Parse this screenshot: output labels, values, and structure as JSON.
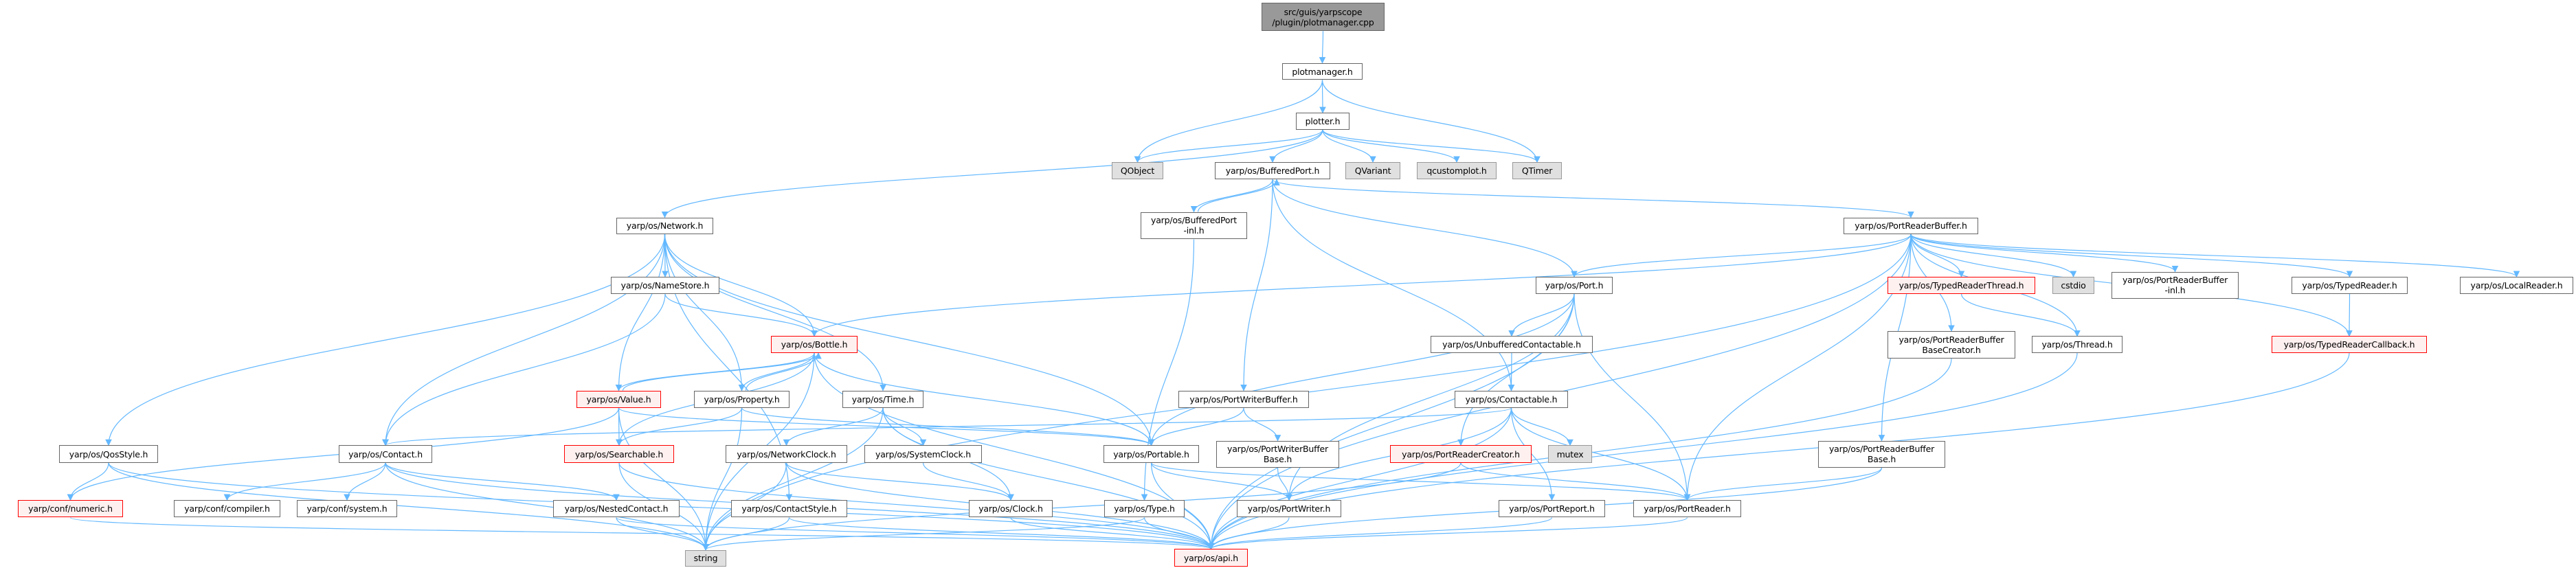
{
  "title": "src/guis/yarpscope/plugin/plotmanager.cpp include dependency graph",
  "colors": {
    "edge": "#63b8ff",
    "red_border": "#ff0000",
    "red_fill": "#fff0f0",
    "gray_fill": "#e0e0e0",
    "root_fill": "#999999"
  },
  "nodes": {
    "root": {
      "label": "src/guis/yarpscope\n/plugin/plotmanager.cpp",
      "style": "root"
    },
    "plotmanager": {
      "label": "plotmanager.h",
      "style": "normal"
    },
    "plotter": {
      "label": "plotter.h",
      "style": "normal"
    },
    "QObject": {
      "label": "QObject",
      "style": "gray"
    },
    "BufferedPort": {
      "label": "yarp/os/BufferedPort.h",
      "style": "normal"
    },
    "QVariant": {
      "label": "QVariant",
      "style": "gray"
    },
    "qcustomplot": {
      "label": "qcustomplot.h",
      "style": "gray"
    },
    "QTimer": {
      "label": "QTimer",
      "style": "gray"
    },
    "BufferedPortInl": {
      "label": "yarp/os/BufferedPort\n-inl.h",
      "style": "normal"
    },
    "Network": {
      "label": "yarp/os/Network.h",
      "style": "normal"
    },
    "PortReaderBuffer": {
      "label": "yarp/os/PortReaderBuffer.h",
      "style": "normal"
    },
    "NameStore": {
      "label": "yarp/os/NameStore.h",
      "style": "normal"
    },
    "Port": {
      "label": "yarp/os/Port.h",
      "style": "normal"
    },
    "TypedReaderThread": {
      "label": "yarp/os/TypedReaderThread.h",
      "style": "red"
    },
    "cstdio": {
      "label": "cstdio",
      "style": "gray"
    },
    "PortReaderBufferInl": {
      "label": "yarp/os/PortReaderBuffer\n-inl.h",
      "style": "normal"
    },
    "TypedReader": {
      "label": "yarp/os/TypedReader.h",
      "style": "normal"
    },
    "LocalReader": {
      "label": "yarp/os/LocalReader.h",
      "style": "normal"
    },
    "Bottle": {
      "label": "yarp/os/Bottle.h",
      "style": "red"
    },
    "UnbufferedContactable": {
      "label": "yarp/os/UnbufferedContactable.h",
      "style": "normal"
    },
    "PortReaderBufferBaseCreator": {
      "label": "yarp/os/PortReaderBuffer\nBaseCreator.h",
      "style": "normal"
    },
    "Thread": {
      "label": "yarp/os/Thread.h",
      "style": "normal"
    },
    "TypedReaderCallback": {
      "label": "yarp/os/TypedReaderCallback.h",
      "style": "red"
    },
    "Value": {
      "label": "yarp/os/Value.h",
      "style": "red"
    },
    "Property": {
      "label": "yarp/os/Property.h",
      "style": "normal"
    },
    "Time": {
      "label": "yarp/os/Time.h",
      "style": "normal"
    },
    "PortWriterBuffer": {
      "label": "yarp/os/PortWriterBuffer.h",
      "style": "normal"
    },
    "Contactable": {
      "label": "yarp/os/Contactable.h",
      "style": "normal"
    },
    "QosStyle": {
      "label": "yarp/os/QosStyle.h",
      "style": "normal"
    },
    "Contact": {
      "label": "yarp/os/Contact.h",
      "style": "normal"
    },
    "Searchable": {
      "label": "yarp/os/Searchable.h",
      "style": "red"
    },
    "NetworkClock": {
      "label": "yarp/os/NetworkClock.h",
      "style": "normal"
    },
    "SystemClock": {
      "label": "yarp/os/SystemClock.h",
      "style": "normal"
    },
    "Portable": {
      "label": "yarp/os/Portable.h",
      "style": "normal"
    },
    "PortWriterBufferBase": {
      "label": "yarp/os/PortWriterBuffer\nBase.h",
      "style": "normal"
    },
    "PortReaderCreator": {
      "label": "yarp/os/PortReaderCreator.h",
      "style": "red"
    },
    "mutex": {
      "label": "mutex",
      "style": "gray"
    },
    "PortReaderBufferBase": {
      "label": "yarp/os/PortReaderBuffer\nBase.h",
      "style": "normal"
    },
    "numeric": {
      "label": "yarp/conf/numeric.h",
      "style": "red"
    },
    "compiler": {
      "label": "yarp/conf/compiler.h",
      "style": "normal"
    },
    "system": {
      "label": "yarp/conf/system.h",
      "style": "normal"
    },
    "NestedContact": {
      "label": "yarp/os/NestedContact.h",
      "style": "normal"
    },
    "ContactStyle": {
      "label": "yarp/os/ContactStyle.h",
      "style": "normal"
    },
    "Clock": {
      "label": "yarp/os/Clock.h",
      "style": "normal"
    },
    "Type": {
      "label": "yarp/os/Type.h",
      "style": "normal"
    },
    "PortWriter": {
      "label": "yarp/os/PortWriter.h",
      "style": "normal"
    },
    "PortReport": {
      "label": "yarp/os/PortReport.h",
      "style": "normal"
    },
    "PortReader": {
      "label": "yarp/os/PortReader.h",
      "style": "normal"
    },
    "string": {
      "label": "string",
      "style": "gray"
    },
    "api": {
      "label": "yarp/os/api.h",
      "style": "red"
    }
  },
  "edges": [
    [
      "root",
      "plotmanager"
    ],
    [
      "plotmanager",
      "QObject"
    ],
    [
      "plotmanager",
      "plotter"
    ],
    [
      "plotmanager",
      "QTimer"
    ],
    [
      "plotter",
      "QObject"
    ],
    [
      "plotter",
      "BufferedPort"
    ],
    [
      "plotter",
      "QVariant"
    ],
    [
      "plotter",
      "qcustomplot"
    ],
    [
      "plotter",
      "QTimer"
    ],
    [
      "plotter",
      "Network"
    ],
    [
      "BufferedPort",
      "BufferedPortInl"
    ],
    [
      "BufferedPort",
      "PortWriterBuffer"
    ],
    [
      "BufferedPort",
      "Contactable"
    ],
    [
      "BufferedPort",
      "Port"
    ],
    [
      "BufferedPort",
      "PortReaderBuffer"
    ],
    [
      "BufferedPortInl",
      "BufferedPort"
    ],
    [
      "BufferedPortInl",
      "Type"
    ],
    [
      "Network",
      "NameStore"
    ],
    [
      "Network",
      "QosStyle"
    ],
    [
      "Network",
      "Contact"
    ],
    [
      "Network",
      "Value"
    ],
    [
      "Network",
      "Property"
    ],
    [
      "Network",
      "Time"
    ],
    [
      "Network",
      "Portable"
    ],
    [
      "Network",
      "ContactStyle"
    ],
    [
      "Network",
      "Bottle"
    ],
    [
      "NameStore",
      "Contact"
    ],
    [
      "NameStore",
      "Bottle"
    ],
    [
      "Bottle",
      "Value"
    ],
    [
      "Bottle",
      "Property"
    ],
    [
      "Bottle",
      "Searchable"
    ],
    [
      "Bottle",
      "Portable"
    ],
    [
      "Bottle",
      "string"
    ],
    [
      "Bottle",
      "api"
    ],
    [
      "Value",
      "Bottle"
    ],
    [
      "Value",
      "Searchable"
    ],
    [
      "Value",
      "numeric"
    ],
    [
      "Value",
      "string"
    ],
    [
      "Value",
      "Portable"
    ],
    [
      "Property",
      "Bottle"
    ],
    [
      "Property",
      "Searchable"
    ],
    [
      "Property",
      "string"
    ],
    [
      "Property",
      "Portable"
    ],
    [
      "Time",
      "SystemClock"
    ],
    [
      "Time",
      "NetworkClock"
    ],
    [
      "Time",
      "Clock"
    ],
    [
      "Time",
      "api"
    ],
    [
      "Time",
      "string"
    ],
    [
      "QosStyle",
      "numeric"
    ],
    [
      "QosStyle",
      "string"
    ],
    [
      "QosStyle",
      "api"
    ],
    [
      "Contact",
      "compiler"
    ],
    [
      "Contact",
      "system"
    ],
    [
      "Contact",
      "NestedContact"
    ],
    [
      "Contact",
      "string"
    ],
    [
      "Contact",
      "api"
    ],
    [
      "Searchable",
      "string"
    ],
    [
      "Searchable",
      "api"
    ],
    [
      "NetworkClock",
      "Clock"
    ],
    [
      "NetworkClock",
      "string"
    ],
    [
      "NetworkClock",
      "api"
    ],
    [
      "numeric",
      "api"
    ],
    [
      "NestedContact",
      "string"
    ],
    [
      "NestedContact",
      "api"
    ],
    [
      "ContactStyle",
      "string"
    ],
    [
      "ContactStyle",
      "api"
    ],
    [
      "SystemClock",
      "Clock"
    ],
    [
      "Clock",
      "api"
    ],
    [
      "Portable",
      "PortWriter"
    ],
    [
      "Portable",
      "PortReader"
    ],
    [
      "Portable",
      "api"
    ],
    [
      "PortWriterBuffer",
      "Portable"
    ],
    [
      "PortWriterBuffer",
      "PortWriterBufferBase"
    ],
    [
      "PortWriterBufferBase",
      "PortWriter"
    ],
    [
      "Type",
      "string"
    ],
    [
      "Type",
      "api"
    ],
    [
      "PortWriter",
      "api"
    ],
    [
      "Port",
      "UnbufferedContactable"
    ],
    [
      "Port",
      "Portable"
    ],
    [
      "Port",
      "PortReaderCreator"
    ],
    [
      "Port",
      "PortWriter"
    ],
    [
      "Port",
      "PortReader"
    ],
    [
      "Port",
      "api"
    ],
    [
      "UnbufferedContactable",
      "Contactable"
    ],
    [
      "Contactable",
      "Contact"
    ],
    [
      "Contactable",
      "PortWriter"
    ],
    [
      "Contactable",
      "mutex"
    ],
    [
      "Contactable",
      "PortReport"
    ],
    [
      "Contactable",
      "PortReader"
    ],
    [
      "Contactable",
      "api"
    ],
    [
      "PortReaderCreator",
      "PortReader"
    ],
    [
      "PortReaderCreator",
      "string"
    ],
    [
      "PortReport",
      "api"
    ],
    [
      "PortReader",
      "api"
    ],
    [
      "PortReaderBuffer",
      "Bottle"
    ],
    [
      "PortReaderBuffer",
      "Port"
    ],
    [
      "PortReaderBuffer",
      "TypedReaderThread"
    ],
    [
      "PortReaderBuffer",
      "cstdio"
    ],
    [
      "PortReaderBuffer",
      "PortReaderBufferInl"
    ],
    [
      "PortReaderBuffer",
      "TypedReader"
    ],
    [
      "PortReaderBuffer",
      "LocalReader"
    ],
    [
      "PortReaderBuffer",
      "Thread"
    ],
    [
      "PortReaderBuffer",
      "TypedReaderCallback"
    ],
    [
      "PortReaderBuffer",
      "PortReaderBufferBaseCreator"
    ],
    [
      "PortReaderBuffer",
      "PortReaderBufferBase"
    ],
    [
      "PortReaderBuffer",
      "PortReader"
    ],
    [
      "PortReaderBuffer",
      "string"
    ],
    [
      "PortReaderBuffer",
      "api"
    ],
    [
      "TypedReaderThread",
      "Thread"
    ],
    [
      "TypedReader",
      "TypedReaderCallback"
    ],
    [
      "TypedReaderCallback",
      "api"
    ],
    [
      "Thread",
      "api"
    ],
    [
      "PortReaderBufferBaseCreator",
      "api"
    ],
    [
      "PortReaderBufferBase",
      "PortReader"
    ],
    [
      "PortReaderBufferBase",
      "api"
    ]
  ]
}
